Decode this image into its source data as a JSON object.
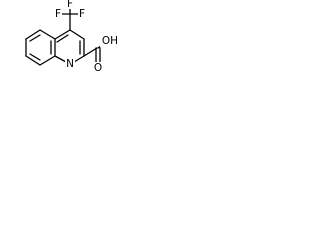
{
  "structure": {
    "atom_labels": {
      "f_top": "F",
      "f_left": "F",
      "f_right": "F",
      "n_ring": "N",
      "o_carbonyl": "O",
      "oh_group": "OH"
    }
  },
  "colors": {
    "bond": "#000000",
    "text": "#000000",
    "background": "#ffffff"
  }
}
